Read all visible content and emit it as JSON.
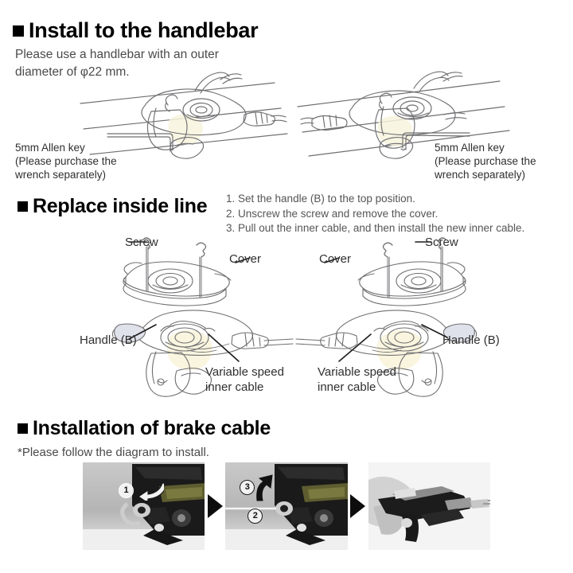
{
  "document": {
    "type": "bicycle-shifter-installation-manual",
    "background_color": "#ffffff",
    "heading_color": "#000000",
    "body_color": "#4a4a4a"
  },
  "sections": [
    {
      "id": "install-handlebar",
      "bullet": "filled-square",
      "heading": "Install to the handlebar",
      "body": "Please use a handlebar with an outer\ndiameter of φ22 mm.",
      "annotations": [
        {
          "id": "allen-left",
          "text": "5mm Allen key\n(Please purchase the\nwrench separately)"
        },
        {
          "id": "allen-right",
          "text": "5mm Allen key\n(Please purchase the\nwrench separately)"
        }
      ]
    },
    {
      "id": "replace-inside-line",
      "bullet": "filled-square",
      "heading": "Replace inside line",
      "steps": [
        "1. Set the handle (B) to the top position.",
        "2. Unscrew the screw and remove the cover.",
        "3. Pull out the inner cable, and then install the new inner cable."
      ],
      "labels_left": [
        {
          "id": "screw-left",
          "text": "Screw"
        },
        {
          "id": "cover-left",
          "text": "Cover"
        },
        {
          "id": "handle-left",
          "text": "Handle (B)"
        },
        {
          "id": "cable-left",
          "text": "Variable speed\ninner cable"
        }
      ],
      "labels_right": [
        {
          "id": "cover-right",
          "text": "Cover"
        },
        {
          "id": "screw-right",
          "text": "Screw"
        },
        {
          "id": "handle-right",
          "text": "Handle (B)"
        },
        {
          "id": "cable-right",
          "text": "Variable speed\ninner cable"
        }
      ]
    },
    {
      "id": "install-brake-cable",
      "bullet": "filled-square",
      "heading": "Installation of brake cable",
      "note": "*Please follow the diagram to install.",
      "photos": [
        {
          "id": "photo-step-1",
          "callouts": [
            "1"
          ],
          "arrow": "curved-left"
        },
        {
          "id": "photo-step-2",
          "callouts": [
            "3",
            "2"
          ],
          "arrow": "up"
        },
        {
          "id": "photo-step-3",
          "callouts": [],
          "arrow": "none"
        }
      ],
      "separator_icon": "triangle-right-icon"
    }
  ]
}
